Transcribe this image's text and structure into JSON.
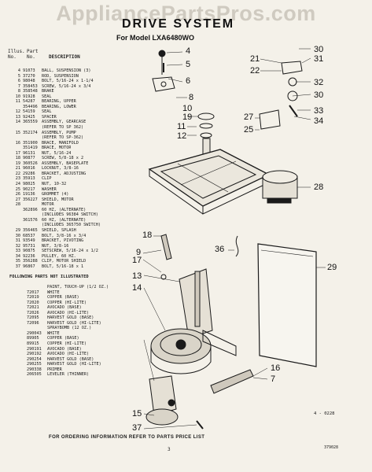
{
  "watermark": "AppliancePartsPros.com",
  "title": "DRIVE SYSTEM",
  "subtitle": "For Model LXA6480WO",
  "columns": {
    "illus": "Illus. No.",
    "part": "Part No.",
    "description": "DESCRIPTION"
  },
  "parts": [
    {
      "illus": "4",
      "part": "91073",
      "desc": "BALL, SUSPENSION (3)"
    },
    {
      "illus": "5",
      "part": "37270",
      "desc": "ROD, SUSPENSION"
    },
    {
      "illus": "6",
      "part": "98048",
      "desc": "BOLT, 5/16-24 x 1-1/4"
    },
    {
      "illus": "7",
      "part": "358453",
      "desc": "SCREW, 5/16-24 x 3/4"
    },
    {
      "illus": "8",
      "part": "358548",
      "desc": "BRAKE"
    },
    {
      "illus": "10",
      "part": "91928",
      "desc": "SEAL"
    },
    {
      "illus": "11",
      "part": "54287",
      "desc": "BEARING, UPPER"
    },
    {
      "illus": "",
      "part": "354496",
      "desc": "BEARING, LOWER"
    },
    {
      "illus": "12",
      "part": "54159",
      "desc": "SEAL"
    },
    {
      "illus": "13",
      "part": "92425",
      "desc": "SPACER"
    },
    {
      "illus": "14",
      "part": "365559",
      "desc": "ASSEMBLY, GEARCASE"
    },
    {
      "illus": "",
      "part": "",
      "desc": "(REFER TO SP 362)"
    },
    {
      "illus": "15",
      "part": "352174",
      "desc": "ASSEMBLY, PUMP"
    },
    {
      "illus": "",
      "part": "",
      "desc": "(REFER TO SP-362)"
    },
    {
      "illus": "16",
      "part": "351900",
      "desc": "BRACE, MANIFOLD"
    },
    {
      "illus": "",
      "part": "351419",
      "desc": "BRACE, MOTOR"
    },
    {
      "illus": "17",
      "part": "96131",
      "desc": "NUT, 5/16-24"
    },
    {
      "illus": "18",
      "part": "90877",
      "desc": "SCREW, 5/8-18 x 2"
    },
    {
      "illus": "19",
      "part": "360526",
      "desc": "ASSEMBLY, BASEPLATE"
    },
    {
      "illus": "21",
      "part": "96016",
      "desc": "LOCKNUT, 3/8-16"
    },
    {
      "illus": "22",
      "part": "29286",
      "desc": "BRACKET, ADJUSTING"
    },
    {
      "illus": "23",
      "part": "35913",
      "desc": "CLIP"
    },
    {
      "illus": "24",
      "part": "98025",
      "desc": "NUT, 10-32"
    },
    {
      "illus": "25",
      "part": "90217",
      "desc": "WASHER"
    },
    {
      "illus": "26",
      "part": "19136",
      "desc": "GROMMET (4)"
    },
    {
      "illus": "27",
      "part": "356227",
      "desc": "SHIELD, MOTOR"
    },
    {
      "illus": "28",
      "part": "",
      "desc": "MOTOR"
    },
    {
      "illus": "",
      "part": "362896",
      "desc": "60 HZ, (ALTERNATE)"
    },
    {
      "illus": "",
      "part": "",
      "desc": "(INCLUDES 96384 SWITCH)"
    },
    {
      "illus": "",
      "part": "361576",
      "desc": "60 HZ, (ALTERNATE)"
    },
    {
      "illus": "",
      "part": "",
      "desc": "(INCLUDES 365750 SWITCH)"
    },
    {
      "illus": "29",
      "part": "356465",
      "desc": "SHIELD, SPLASH"
    },
    {
      "illus": "30",
      "part": "68537",
      "desc": "BOLT, 3/8-16 x 3/4"
    },
    {
      "illus": "31",
      "part": "93549",
      "desc": "BRACKET, PIVOTING"
    },
    {
      "illus": "32",
      "part": "95731",
      "desc": "NUT, 3/8-16"
    },
    {
      "illus": "33",
      "part": "90875",
      "desc": "SETSCREW, 5/16-24 x 1/2"
    },
    {
      "illus": "34",
      "part": "92236",
      "desc": "PULLEY, 60 HZ."
    },
    {
      "illus": "35",
      "part": "356288",
      "desc": "CLIP, MOTOR SHIELD"
    },
    {
      "illus": "37",
      "part": "96867",
      "desc": "BOLT, 5/16-18 x 1"
    }
  ],
  "not_illustrated_header": "FOLLOWING PARTS NOT ILLUSTRATED",
  "not_illustrated": [
    {
      "part": "",
      "desc": "PAINT, TOUCH-UP (1/2 OZ.)"
    },
    {
      "part": "72017",
      "desc": "WHITE"
    },
    {
      "part": "72019",
      "desc": "COPPER (BASE)"
    },
    {
      "part": "72020",
      "desc": "COPPER (HI-LITE)"
    },
    {
      "part": "72021",
      "desc": "AVOCADO (BASE)"
    },
    {
      "part": "72026",
      "desc": "AVOCADO (HI-LITE)"
    },
    {
      "part": "72095",
      "desc": "HARVEST GOLD (BASE)"
    },
    {
      "part": "72096",
      "desc": "HARVEST GOLD (HI-LITE)"
    },
    {
      "part": "",
      "desc": "SPRAYBOMB (12 OZ.)"
    },
    {
      "part": "290043",
      "desc": "WHITE"
    },
    {
      "part": "89905",
      "desc": "COPPER (BASE)"
    },
    {
      "part": "89915",
      "desc": "COPPER (HI-LITE)"
    },
    {
      "part": "290191",
      "desc": "AVOCADO (BASE)"
    },
    {
      "part": "290192",
      "desc": "AVOCADO (HI-LITE)"
    },
    {
      "part": "290254",
      "desc": "HARVEST GOLD (BASE)"
    },
    {
      "part": "290255",
      "desc": "HARVEST GOLD (HI-LITE)"
    },
    {
      "part": "290338",
      "desc": "PRIMER"
    },
    {
      "part": "206505",
      "desc": "LEVELER (THINNER)"
    }
  ],
  "callouts": {
    "c4": "4",
    "c5": "5",
    "c6": "6",
    "c8": "8",
    "c10": "10",
    "c19": "19",
    "c11": "11",
    "c12": "12",
    "c30a": "30",
    "c31": "31",
    "c32": "32",
    "c30b": "30",
    "c33": "33",
    "c34": "34",
    "c27": "27",
    "c25": "25",
    "c21": "21",
    "c22": "22",
    "c28": "28",
    "c18": "18",
    "c9": "9",
    "c17": "17",
    "c36": "36",
    "c13": "13",
    "c14": "14",
    "c29": "29",
    "c16": "16",
    "c7": "7",
    "c15": "15",
    "c37": "37"
  },
  "diagram_code": "4 - 0228",
  "footer": "FOR ORDERING INFORMATION REFER TO PARTS PRICE LIST",
  "page_number": "3",
  "document_number": "379028"
}
